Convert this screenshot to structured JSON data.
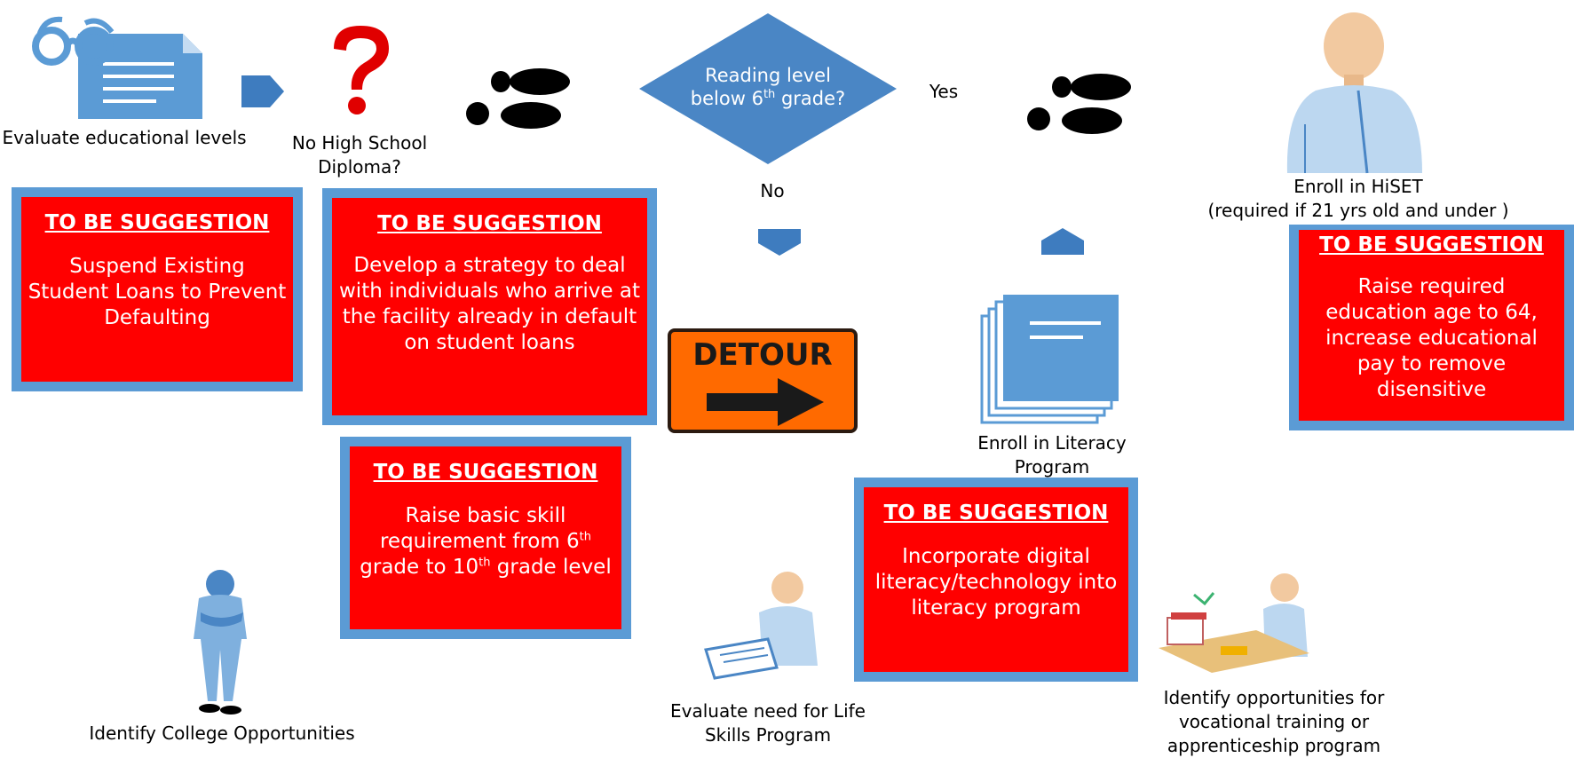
{
  "steps": {
    "evaluate_levels": "Evaluate educational levels",
    "no_diploma": "No High School Diploma?",
    "decision_line1": "Reading level",
    "decision_line2_pre": "below 6",
    "decision_sup": "th",
    "decision_line2_post": " grade?",
    "yes": "Yes",
    "no": "No",
    "enroll_hiset": "Enroll in HiSET",
    "hiset_note": "(required if 21 yrs old and under )",
    "enroll_literacy": "Enroll in  Literacy Program",
    "identify_college": "Identify College Opportunities",
    "life_skills": "Evaluate need for Life Skills Program",
    "vocational": "Identify  opportunities for vocational training or apprenticeship program",
    "detour_sign": "DETOUR"
  },
  "suggestions": {
    "header": "TO BE SUGGESTION",
    "loans": "Suspend Existing Student Loans to Prevent Defaulting",
    "strategy": "Develop a strategy to deal with individuals who arrive at the facility already in default on student loans",
    "skill_pre": "Raise basic skill requirement from 6",
    "skill_sup1": "th",
    "skill_mid": " grade to 10",
    "skill_sup2": "th",
    "skill_post": " grade level",
    "digital": "Incorporate digital literacy/technology into literacy program",
    "age": "Raise required education age to 64, increase educational pay to remove disensitive"
  },
  "colors": {
    "accent_blue": "#5b9bd5",
    "suggestion_red": "#ff0000",
    "detour_orange": "#ff6a00"
  },
  "icons": [
    "glasses-document-icon",
    "question-mark-icon",
    "footprints-icon",
    "person-icon",
    "documents-stack-icon",
    "detour-sign-icon",
    "student-writing-icon",
    "student-desk-icon",
    "standing-person-icon"
  ]
}
